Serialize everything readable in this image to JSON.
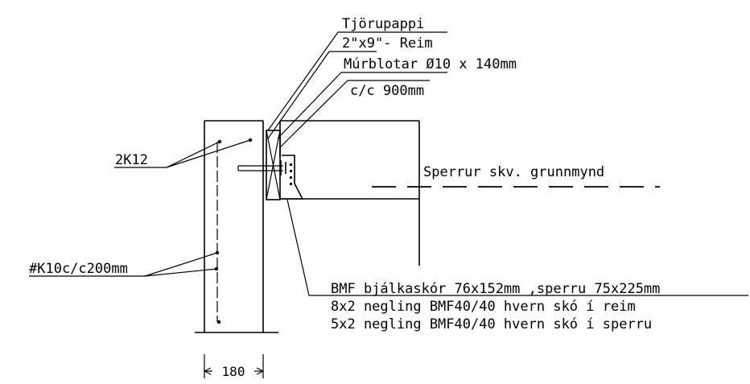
{
  "labels": {
    "roofing_felt": "Tjörupappi",
    "wall_plate_size": "2\"x9\"",
    "wall_plate_rest": " - Reim",
    "anchor_bolts": "Múrblotar Ø10 x 140mm",
    "spacing": "c/c 900mm",
    "rafters_note": "Sperrur skv. grunnmynd",
    "rebar_top": "2K12",
    "rebar_mesh": "#K10c/c200mm",
    "hanger_line1": "BMF bjálkaskór 76x152mm ,sperru 75x225mm",
    "hanger_line2": "8x2 negling BMF40/40 hvern skó í reim",
    "hanger_line3": "5x2 negling BMF40/40 hvern skó í sperru"
  },
  "dimensions": {
    "wall_thickness": "180"
  }
}
